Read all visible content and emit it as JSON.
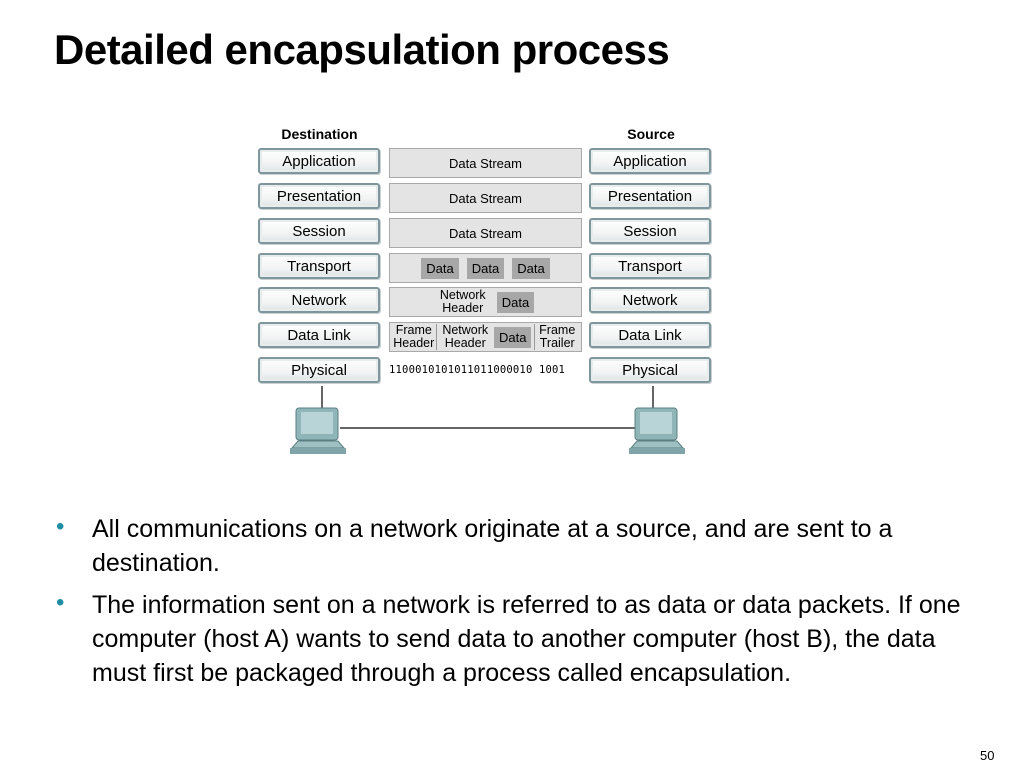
{
  "slide": {
    "title": "Detailed encapsulation process",
    "page_number": "50"
  },
  "diagram": {
    "destination_label": "Destination",
    "source_label": "Source",
    "layers": [
      "Application",
      "Presentation",
      "Session",
      "Transport",
      "Network",
      "Data Link",
      "Physical"
    ],
    "middle": {
      "data_stream": "Data Stream",
      "data": "Data",
      "network_header": "Network Header",
      "frame_header": "Frame Header",
      "frame_trailer": "Frame Trailer",
      "bits": "1100010101011011000010 1001"
    },
    "icons": [
      "computer-icon",
      "computer-icon"
    ],
    "colors": {
      "layer_border": "#7f979c",
      "chip": "#a7a7a7",
      "middle_bg": "#e4e4e4",
      "computer": "#8fb5b8"
    }
  },
  "bullets": [
    "All communications on a network originate at a source, and are sent to a destination.",
    "The information sent on a network is referred to as data or data packets. If one computer (host A) wants to send data to another computer (host B), the data must first be packaged through a process called encapsulation."
  ],
  "bullet_color": "#1f8ea3"
}
